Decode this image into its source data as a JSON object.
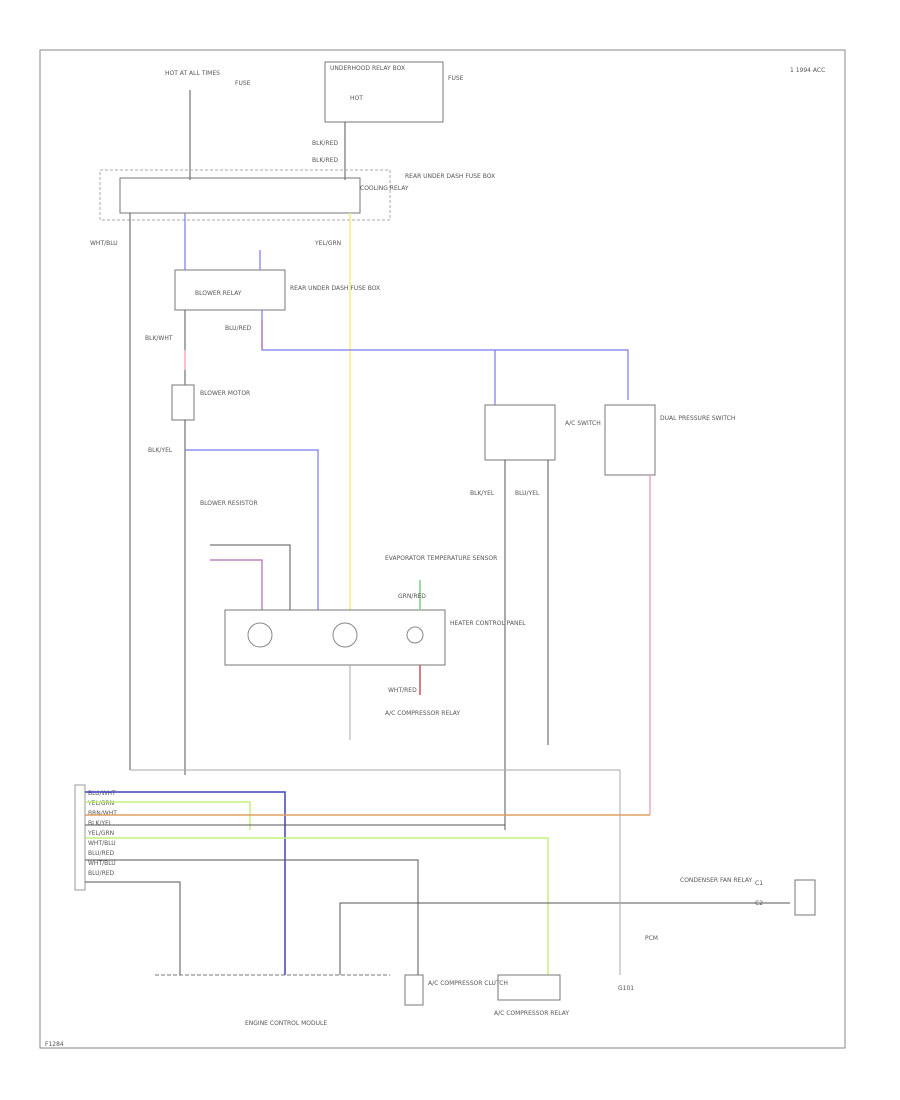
{
  "corner_note": "1 1994 ACC",
  "footer_code": "F1284",
  "wire_colors": {
    "black": "#555555",
    "yellow": "#f0f07a",
    "blue": "#7a7af0",
    "violet": "#b06ab0",
    "pink": "#f29aaa",
    "light_green": "#c4f07a",
    "green": "#7ad07a",
    "brown": "#e0a060",
    "red": "#d05050",
    "gray": "#999999",
    "dark_blue": "#4040c0"
  },
  "labels": {
    "hot_at_all_times": "HOT AT ALL TIMES",
    "fuse_a": "FUSE",
    "underhood_relay": "UNDERHOOD RELAY BOX",
    "hot_run": "HOT",
    "fuse_b": "FUSE",
    "blk_red_1": "BLK/RED",
    "blk_red_2": "BLK/RED",
    "cooling_relay": "COOLING RELAY",
    "cooling_relay_note": "REAR UNDER DASH FUSE BOX",
    "wht_blu": "WHT/BLU",
    "yel_grn": "YEL/GRN",
    "blower_relay": "BLOWER RELAY",
    "blower_relay_note": "REAR UNDER DASH FUSE BOX",
    "blk_wht": "BLK/WHT",
    "blu_red": "BLU/RED",
    "blower_motor": "BLOWER MOTOR",
    "blk_yel": "BLK/YEL",
    "blu_yel": "BLU/YEL",
    "ac_switch": "A/C SWITCH",
    "dual_pressure_switch": "DUAL PRESSURE SWITCH",
    "blower_resistor": "BLOWER RESISTOR",
    "heater_control_panel": "HEATER CONTROL PANEL",
    "evap_temp_sensor": "EVAPORATOR TEMPERATURE SENSOR",
    "grn_red": "GRN/RED",
    "wht_red": "WHT/RED",
    "ecm_label": "ENGINE CONTROL MODULE",
    "connector_label": "A/C COMPRESSOR CLUTCH",
    "compressor_relay": "A/C COMPRESSOR RELAY",
    "ground_label": "G101",
    "pcm_note": "PCM",
    "condenser_fan_relay": "CONDENSER FAN RELAY",
    "connector_c": "C1",
    "connector_d": "C2"
  },
  "harness_rows": [
    "BLU/WHT",
    "YEL/GRN",
    "BRN/WHT",
    "BLK/YEL",
    "YEL/GRN",
    "WHT/BLU",
    "BLU/RED",
    "WHT/BLU",
    "BLU/RED"
  ]
}
